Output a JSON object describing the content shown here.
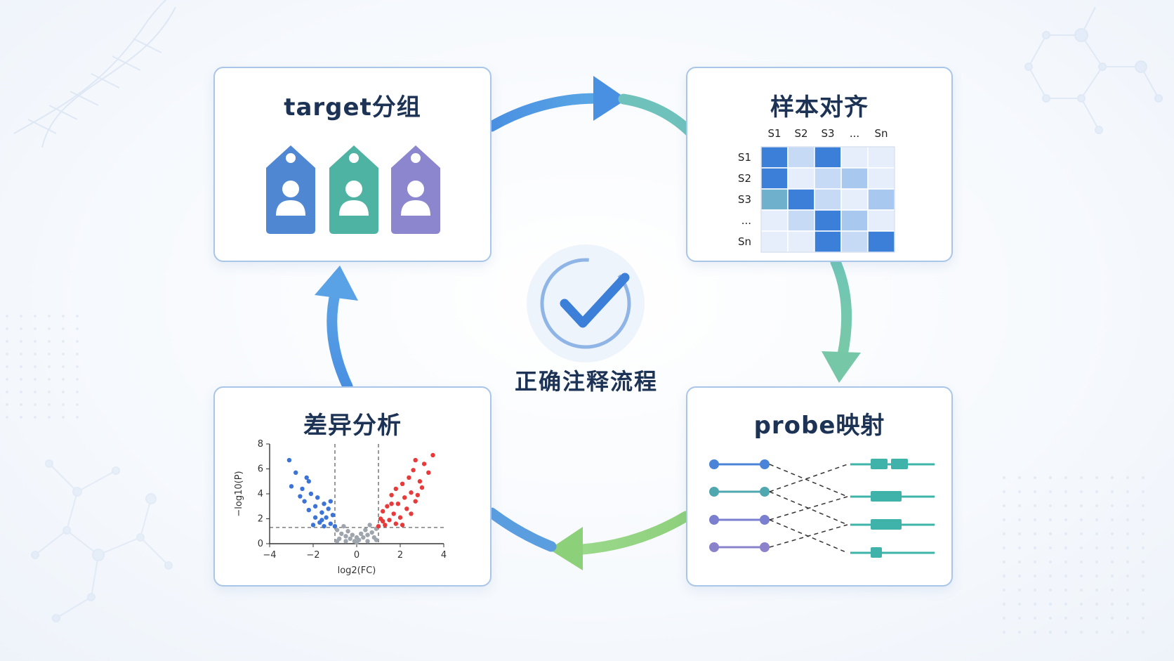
{
  "center": {
    "label": "正确注释流程",
    "icon": "check-circle-icon"
  },
  "cards": {
    "target_group": {
      "title": "target分组",
      "tags": [
        {
          "icon": "person-tag-icon",
          "color": "#4f87d2"
        },
        {
          "icon": "person-tag-icon",
          "color": "#4fb3a4"
        },
        {
          "icon": "person-tag-icon",
          "color": "#8c86cf"
        }
      ]
    },
    "sample_align": {
      "title": "样本对齐",
      "col_labels": [
        "S1",
        "S2",
        "S3",
        "...",
        "Sn"
      ],
      "row_labels": [
        "S1",
        "S2",
        "S3",
        "...",
        "Sn"
      ],
      "matrix": [
        [
          3,
          1,
          3,
          0,
          0
        ],
        [
          3,
          0,
          1,
          2,
          0
        ],
        [
          2,
          3,
          1,
          0,
          2
        ],
        [
          0,
          1,
          3,
          2,
          0
        ],
        [
          0,
          0,
          3,
          1,
          3
        ]
      ]
    },
    "probe_map": {
      "title": "probe映射"
    },
    "diff_analysis": {
      "title": "差异分析"
    }
  },
  "colors": {
    "accent_blue": "#4a8fe0",
    "teal": "#6cc2b6",
    "green": "#8ed07c",
    "heat_strong": "#3b7fd9",
    "heat_mid": "#a9c8f0",
    "heat_light": "#e6eefb"
  },
  "chart_data": {
    "type": "scatter",
    "title": "",
    "xlabel": "log2(FC)",
    "ylabel": "−log10(P)",
    "xlim": [
      -4,
      4
    ],
    "ylim": [
      0,
      8
    ],
    "xticks": [
      "−4",
      "−2",
      "0",
      "2",
      "4"
    ],
    "yticks": [
      "0",
      "2",
      "4",
      "6",
      "8"
    ],
    "thresholds": {
      "fc": [
        -1,
        1
      ],
      "p": 1.3
    },
    "series": [
      {
        "color": "#3b74d6",
        "points": [
          [
            -3.1,
            6.7
          ],
          [
            -2.8,
            5.7
          ],
          [
            -2.3,
            5.3
          ],
          [
            -2.5,
            4.4
          ],
          [
            -2.1,
            4.0
          ],
          [
            -1.8,
            3.7
          ],
          [
            -2.4,
            3.4
          ],
          [
            -1.9,
            3.0
          ],
          [
            -1.5,
            3.2
          ],
          [
            -2.2,
            2.7
          ],
          [
            -1.6,
            2.5
          ],
          [
            -1.3,
            2.8
          ],
          [
            -1.9,
            2.1
          ],
          [
            -1.4,
            2.1
          ],
          [
            -1.1,
            2.3
          ],
          [
            -1.7,
            1.7
          ],
          [
            -1.2,
            1.6
          ],
          [
            -1.5,
            1.4
          ],
          [
            -2.0,
            1.5
          ],
          [
            -1.0,
            1.4
          ],
          [
            -2.6,
            3.8
          ],
          [
            -3.0,
            4.6
          ],
          [
            -1.2,
            3.4
          ],
          [
            -1.6,
            1.9
          ],
          [
            -2.2,
            5.0
          ]
        ]
      },
      {
        "color": "#9fa5ad",
        "points": [
          [
            -0.9,
            1.1
          ],
          [
            -0.7,
            0.8
          ],
          [
            -0.5,
            0.6
          ],
          [
            -0.3,
            0.4
          ],
          [
            -0.1,
            0.2
          ],
          [
            0.1,
            0.3
          ],
          [
            0.3,
            0.5
          ],
          [
            0.5,
            0.7
          ],
          [
            0.7,
            0.9
          ],
          [
            0.9,
            1.2
          ],
          [
            -0.6,
            1.4
          ],
          [
            0.6,
            1.5
          ],
          [
            -0.8,
            0.4
          ],
          [
            0.8,
            0.5
          ],
          [
            -0.4,
            1.0
          ],
          [
            0.4,
            1.1
          ],
          [
            0.0,
            0.1
          ],
          [
            -0.2,
            0.7
          ],
          [
            0.2,
            0.8
          ],
          [
            -0.9,
            0.2
          ],
          [
            0.9,
            0.3
          ],
          [
            0.0,
            0.5
          ],
          [
            -0.5,
            0.2
          ],
          [
            0.5,
            0.2
          ]
        ]
      },
      {
        "color": "#e83a3a",
        "points": [
          [
            3.5,
            7.1
          ],
          [
            3.1,
            6.4
          ],
          [
            2.7,
            6.7
          ],
          [
            3.3,
            5.7
          ],
          [
            2.6,
            5.9
          ],
          [
            2.4,
            5.3
          ],
          [
            2.9,
            5.0
          ],
          [
            2.1,
            4.8
          ],
          [
            1.8,
            4.4
          ],
          [
            2.5,
            4.1
          ],
          [
            2.2,
            3.7
          ],
          [
            1.6,
            3.9
          ],
          [
            1.9,
            3.2
          ],
          [
            1.4,
            3.0
          ],
          [
            2.7,
            3.4
          ],
          [
            1.2,
            2.6
          ],
          [
            1.7,
            2.4
          ],
          [
            2.3,
            2.8
          ],
          [
            1.1,
            2.0
          ],
          [
            1.5,
            1.9
          ],
          [
            2.0,
            2.1
          ],
          [
            1.3,
            1.5
          ],
          [
            1.0,
            1.4
          ],
          [
            1.8,
            1.6
          ],
          [
            2.5,
            2.4
          ],
          [
            3.0,
            4.5
          ],
          [
            2.8,
            3.9
          ],
          [
            1.6,
            3.2
          ],
          [
            2.1,
            1.5
          ],
          [
            1.2,
            1.8
          ]
        ]
      }
    ]
  }
}
